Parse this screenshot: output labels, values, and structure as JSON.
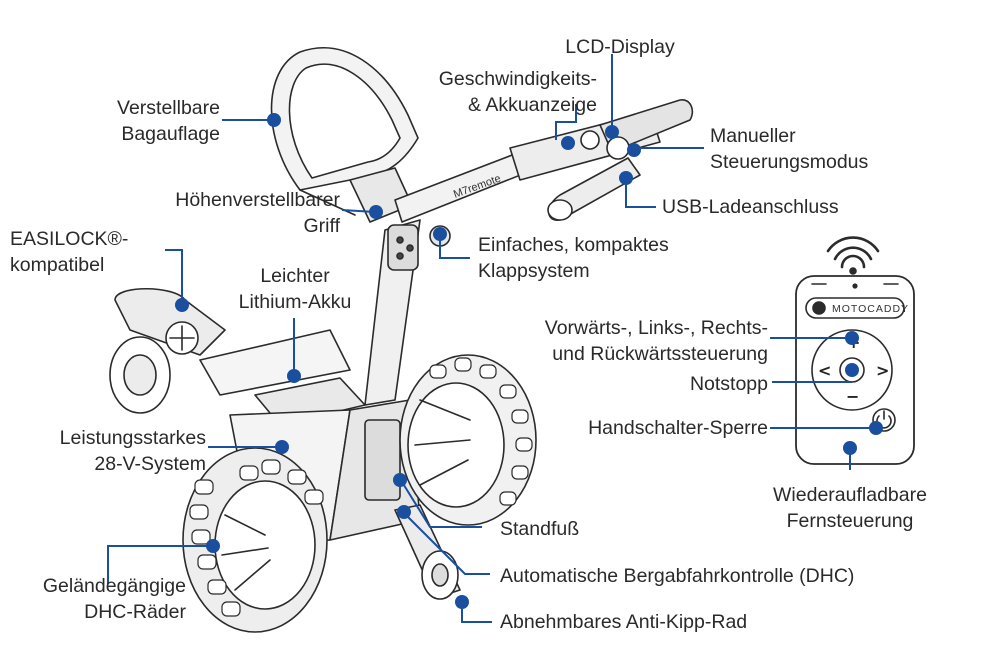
{
  "accent": "#1a4fa0",
  "callouts": {
    "lcd_display": "LCD-Display",
    "speed_battery": "Geschwindigkeits-\n& Akkuanzeige",
    "bag_support": "Verstellbare\nBagauflage",
    "manual_mode": "Manueller\nSteuerungsmodus",
    "handle": "Höhenverstellbarer\nGriff",
    "usb": "USB-Ladeanschluss",
    "easilock": "EASILOCK®-\nkompatibel",
    "folding": "Einfaches, kompaktes\nKlappsystem",
    "battery": "Leichter\nLithium-Akku",
    "remote_directions": "Vorwärts-, Links-, Rechts-\nund Rückwärtssteuerung",
    "emergency_stop": "Notstopp",
    "handswitch_lock": "Handschalter-Sperre",
    "system_28v": "Leistungsstarkes\n28-V-System",
    "rechargeable_remote": "Wiederaufladbare\nFernsteuerung",
    "stand": "Standfuß",
    "dhc": "Automatische Bergabfahrkontrolle (DHC)",
    "wheels": "Geländegängige\nDHC-Räder",
    "anti_tip": "Abnehmbares Anti-Kipp-Rad"
  },
  "product": {
    "handle_brand": "M7remote",
    "remote_brand": "MOTOCADDY"
  },
  "icons": {
    "wifi": "wifi-signal-icon",
    "remote_plus": "+",
    "remote_minus": "−",
    "remote_left": "<",
    "remote_right": ">",
    "power": "power-icon"
  }
}
